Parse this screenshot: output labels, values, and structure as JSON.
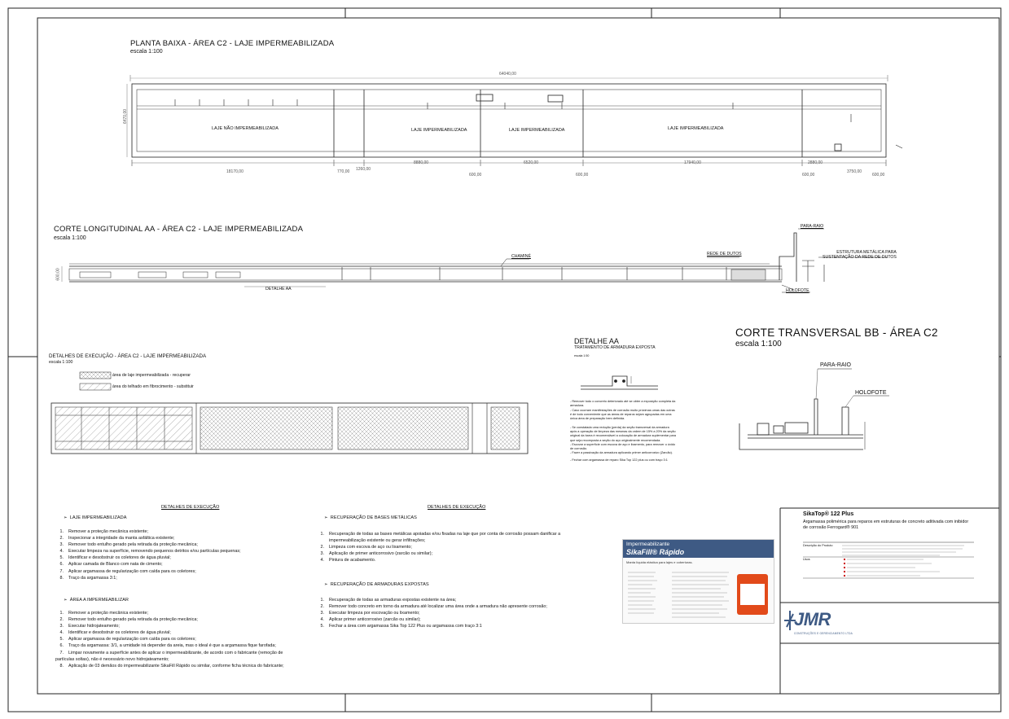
{
  "plan": {
    "title": "PLANTA BAIXA - ÁREA C2 - LAJE IMPERMEABILIZADA",
    "scale": "escala 1:100",
    "dims_top": "64040,00",
    "dim_height": "6470,00",
    "rooms": [
      "LAJE NÃO IMPERMEABILIZADA",
      "LAJE IMPERMEABILIZADA",
      "LAJE IMPERMEABILIZADA",
      "LAJE IMPERMEABILIZADA"
    ],
    "dims_bottom": [
      "18170,00",
      "770,00",
      "1260,00",
      "8880,00",
      "600,00",
      "6520,00",
      "600,00",
      "17940,00",
      "3750,00",
      "600,00",
      "2880,00",
      "600,00"
    ]
  },
  "section_aa": {
    "title": "CORTE LONGITUDINAL AA - ÁREA C2 - LAJE IMPERMEABILIZADA",
    "scale": "escala 1:100",
    "labels": {
      "chamine": "CHAMINÉ",
      "rede": "REDE DE DUTOS",
      "para_raio": "PARA-RAIO",
      "estrutura": "ESTRUTURA METÁLICA PARA\nSUSTENTAÇÃO DA REDE DE DUTOS",
      "holofote": "HOLOFOTE",
      "detalhe": "DETALHE AA",
      "dim_h": "600,00"
    }
  },
  "details_exec": {
    "title": "DETALHES DE EXECUÇÃO - ÁREA C2 - LAJE IMPERMEABILIZADA",
    "scale": "escala 1:100",
    "legend": [
      "área de laje impermeabilizada - recuperar",
      "área do telhado em fibrocimento - substituir"
    ]
  },
  "detail_aa": {
    "title": "DETALHE AA",
    "subtitle": "TRATAMENTO DE ARMADURA EXPOSTA",
    "scale": "escala 1:50",
    "notes": [
      "- Remover todo o concreto deteriorado até se obter a exposição completa da armadura.",
      "- Caso ocorram manifestações de corrosão muito próximas umas das outras é de todo conveniente que as áreas de reparos sejam agrupadas em uma única área de preparação bem definida.",
      "- Se constatada uma redução (perda) da seção transversal da armadura após a operação de limpeza das mesmas da ordem de 15% a 20% da seção original da barra é recomendável a colocação de armadura suplementar para que seja recomposta a seção do aço originalmente recomendada.",
      "- Escovar a superfície com escova de aço e lixamento, para remover o óxido de corrosão.",
      "- Fazer a passivação da armadura aplicando primer anticorrosivo (Zarcão).",
      "- Fechar com argamassa de reparo Sika Top 122 plus ou com traço 3:1"
    ]
  },
  "section_bb": {
    "title": "CORTE TRANSVERSAL BB - ÁREA C2",
    "scale": "escala 1:100",
    "para_raio": "PARA-RAIO",
    "holofote": "HOLOFOTE"
  },
  "exec_left": {
    "heading": "DETALHES DE EXECUÇÃO",
    "group1_title": "LAJE IMPERMEABILIZADA",
    "group1": [
      "Remover a proteção mecânica existente;",
      "Inspecionar a integridade da manta asfáltica existente;",
      "Remover todo entulho gerado pela retirada da proteção mecânica;",
      "Executar limpeza na superfície, removendo pequenos detritos e/ou partículas pequenas;",
      "Identificar e desobstruir os coletores de água pluvial;",
      "Aplicar camada de Blanco com nata de cimento;",
      "Aplicar argamassa de regularização com caída para os coletores;",
      "Traço da argamassa 3:1;"
    ],
    "group2_title": "ÁREA A IMPERMEABILIZAR",
    "group2": [
      "Remover a proteção mecânica existente;",
      "Remover todo entulho gerado pela retirada da proteção mecânica;",
      "Executar hidrojateamento;",
      "Identificar e desobstruir os coletores de água pluvial;",
      "Aplicar argamassa de regularização com caída para os coletores;",
      "Traço da argamassa: 3/1, a umidade irá depender da areia, mas o ideal é que a argamassa fique farofada;",
      "Limpar novamente a superfície antes de aplicar o impermeabilizante, de acordo com o fabricante (remoção de",
      "Aplicação de 03 demãos do impermeabilizante SikaFill Rápido ou similar, conforme ficha técnica do fabricante;"
    ],
    "group2_cont": "partículas soltas), não é necessário novo hidrojateamento;"
  },
  "exec_right": {
    "heading": "DETALHES DE EXECUÇÃO",
    "group1_title": "RECUPERAÇÃO DE BASES METÁLICAS",
    "group1": [
      "Recuperação de todas as bases metálicas apoiadas e/ou fixadas na laje que por conta de corrosão possam danificar a",
      "Limpeza com escova de aço ou lixamento;",
      "Aplicação de primer anticorrosivo (zarcão ou similar);",
      "Pintura de acabamento."
    ],
    "group1_cont": "impermeabilização existente ou gerar infiltrações;",
    "group2_title": "RECUPERAÇÃO DE ARMADURAS EXPOSTAS",
    "group2": [
      "Recuperação de todas as armaduras expostas existente na área;",
      "Remover todo concreto em torno da armadura até localizar uma área onde a armadura não apresente corrosão;",
      "Executar limpeza por escovação ou lixamento;",
      "Aplicar primer anticorrosivo (zarcão ou similar);",
      "Fechar a área com argamassa Sika Top 122 Plus ou argamassa com traço 3:1"
    ]
  },
  "sikafill": {
    "line1": "Impermeabilizante",
    "line2": "SikaFill® Rápido",
    "sub": "Manta líquida elástica para lajes e coberturas."
  },
  "sikatop": {
    "title": "SikaTop® 122 Plus",
    "subtitle": "Argamassa polimérica para reparos em estruturas de concreto aditivada com inibidor de corrosão Ferrogard® 901",
    "desc_label": "Descrição do Produto",
    "uses_label": "Usos"
  },
  "logo": {
    "name": "JMR",
    "tagline": "CONSTRUÇÕES E GERENCIAMENTO LTDA"
  },
  "colors": {
    "accent": "#3e5a84",
    "pail": "#e24a1a",
    "line": "#111111"
  }
}
